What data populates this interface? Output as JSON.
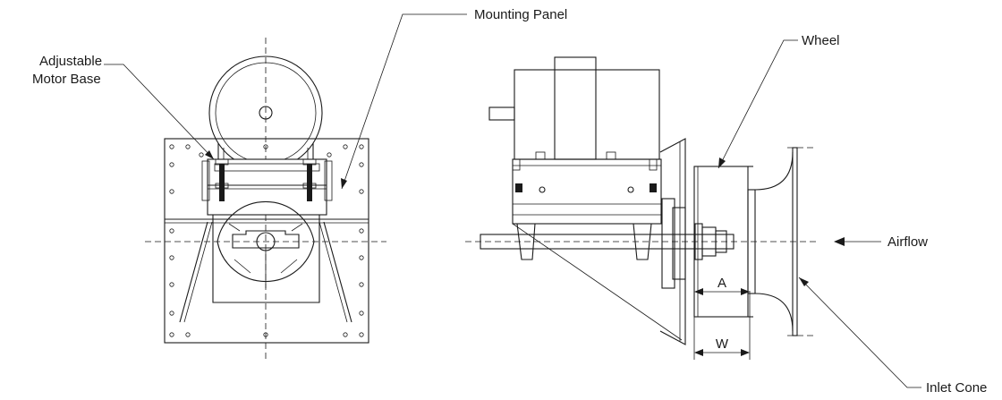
{
  "labels": {
    "mounting_panel": "Mounting Panel",
    "adjustable_motor_base_line1": "Adjustable",
    "adjustable_motor_base_line2": "Motor Base",
    "wheel": "Wheel",
    "airflow": "Airflow",
    "inlet_cone": "Inlet Cone",
    "dim_a": "A",
    "dim_w": "W"
  }
}
